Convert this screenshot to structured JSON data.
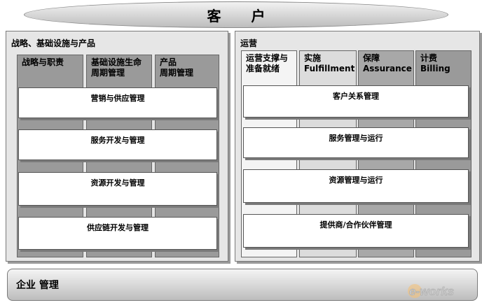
{
  "customer_label": "客 户",
  "left_panel": {
    "title": "战略、基础设施与产品",
    "columns": [
      {
        "label": "战略与职责"
      },
      {
        "label": "基础设施生命\n周期管理"
      },
      {
        "label": "产品\n周期管理"
      }
    ],
    "bars": [
      "营销与供应管理",
      "服务开发与管理",
      "资源开发与管理",
      "供应链开发与管理"
    ]
  },
  "right_panel": {
    "title": "运营",
    "columns": [
      {
        "label": "运营支撑与\n准备就绪"
      },
      {
        "label": "实施\nFulfillment"
      },
      {
        "label": "保障\nAssurance"
      },
      {
        "label": "计费\nBilling"
      }
    ],
    "bars": [
      "客户关系管理",
      "服务管理与运行",
      "资源管理与运行",
      "提供商/合作伙伴管理"
    ]
  },
  "enterprise_label": "企业 管理",
  "logo_text": "e-works"
}
